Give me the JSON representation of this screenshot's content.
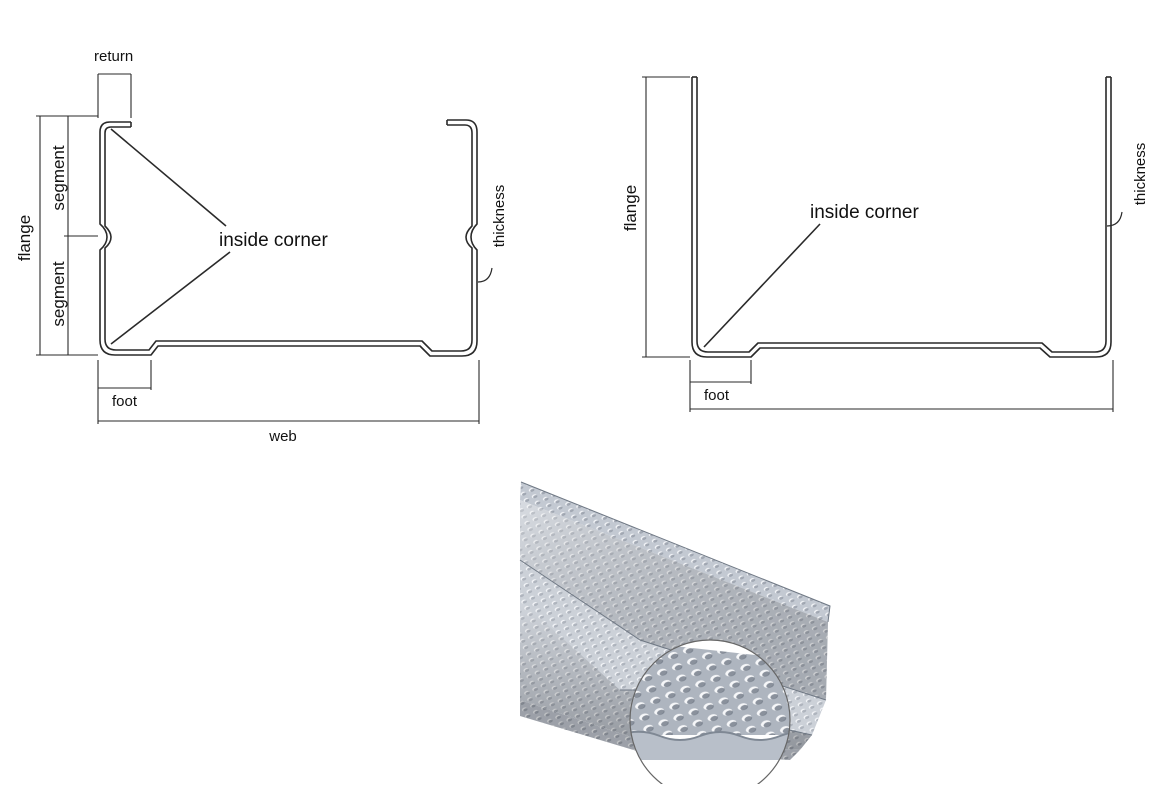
{
  "diagram_left": {
    "return_label": "return",
    "flange_label": "flange",
    "segment_upper_label": "segment",
    "segment_lower_label": "segment",
    "inside_corner_label": "inside corner",
    "thickness_label": "thickness",
    "foot_label": "foot",
    "web_label": "web"
  },
  "diagram_right": {
    "flange_label": "flange",
    "inside_corner_label": "inside corner",
    "thickness_label": "thickness",
    "foot_label": "foot"
  },
  "photo": {
    "subject": "perforated embossed metal stud profile"
  },
  "colors": {
    "line": "#2a2a2a",
    "steel_light": "#e4e8ee",
    "steel_mid": "#b8bfc9",
    "steel_dark": "#7f8894"
  }
}
